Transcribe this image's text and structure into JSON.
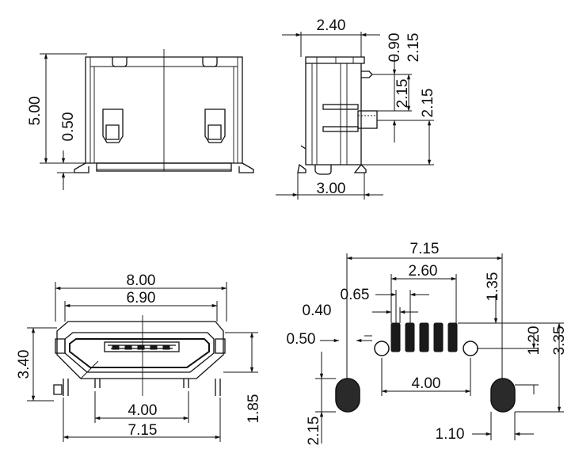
{
  "front_view": {
    "width": "5.00",
    "tab": "0.50"
  },
  "side_view": {
    "depth": "2.40",
    "tab_offset": "0.90",
    "pin_pitch_a": "2.15",
    "pin_pitch_b": "2.15",
    "pin_depth": "2.15",
    "overall": "3.00"
  },
  "end_view": {
    "overall_width": "8.00",
    "body_width": "6.90",
    "height": "3.40",
    "pin_span": "4.00",
    "foot_span": "7.15",
    "standoff": "1.85"
  },
  "footprint": {
    "outer_span": "7.15",
    "pad_span": "2.60",
    "pitch": "0.65",
    "pad_width": "0.40",
    "hole_dia": "0.50",
    "row_offset": "1.35",
    "pad_length": "1.20",
    "pad_to_oval": "3.35",
    "hole_span": "4.00",
    "oval_height": "2.15",
    "oval_width": "1.10"
  }
}
